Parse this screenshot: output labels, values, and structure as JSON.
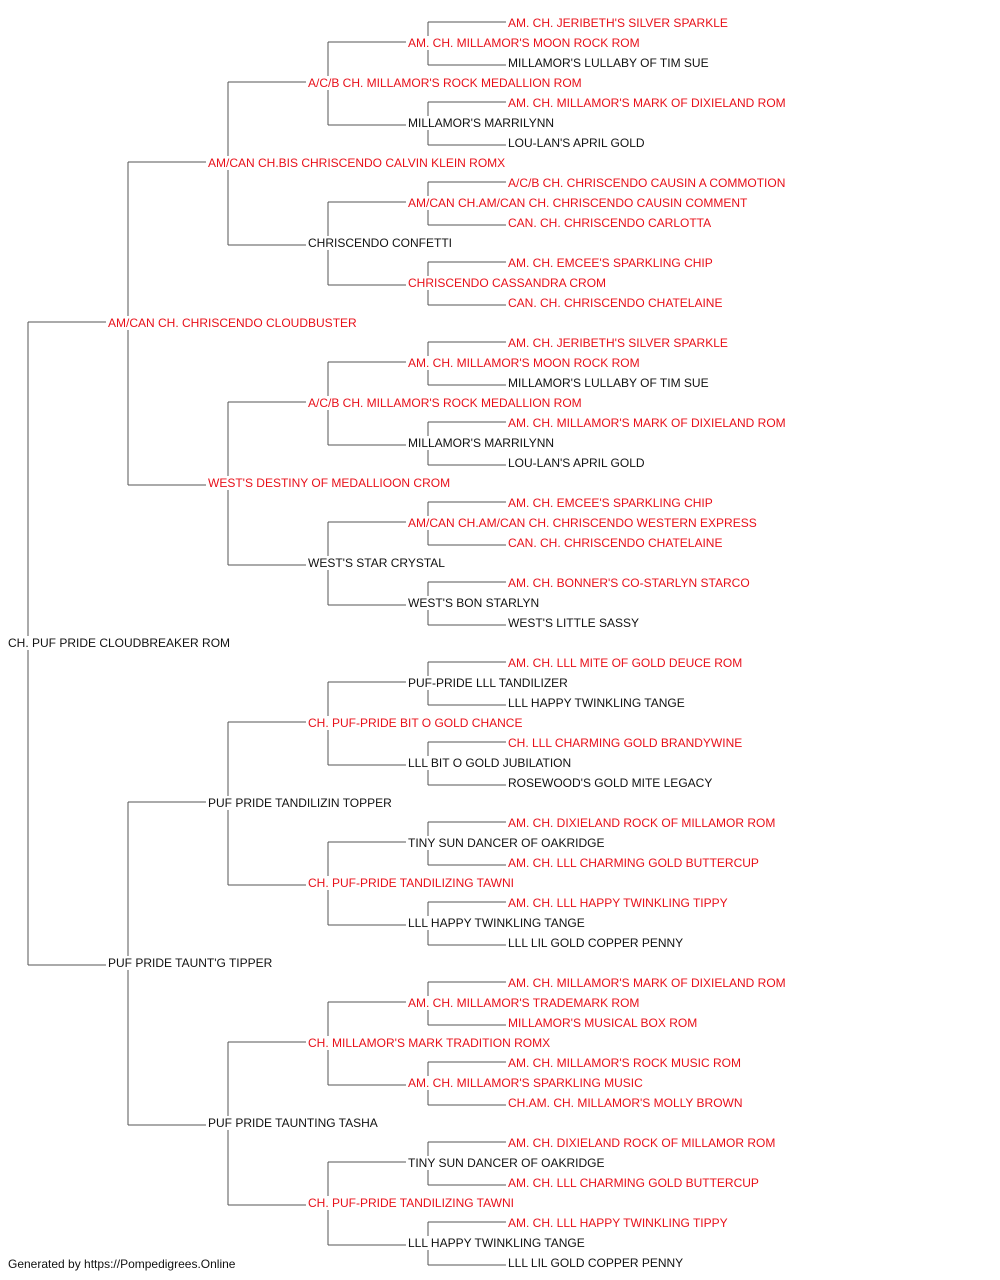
{
  "colors": {
    "champion_text": "#e8101a",
    "regular_text": "#111111",
    "lines": "#555555",
    "background": "#ffffff"
  },
  "pedigree": {
    "name": "CH. PUF PRIDE CLOUDBREAKER ROM",
    "red": false,
    "sire": {
      "name": "AM/CAN CH. CHRISCENDO CLOUDBUSTER",
      "red": true,
      "sire": {
        "name": "AM/CAN CH.BIS CHRISCENDO CALVIN KLEIN ROMX",
        "red": true,
        "sire": {
          "name": "A/C/B CH. MILLAMOR'S ROCK MEDALLION ROM",
          "red": true,
          "sire": {
            "name": "AM. CH. MILLAMOR'S MOON ROCK ROM",
            "red": true,
            "sire": {
              "name": "AM. CH. JERIBETH'S SILVER SPARKLE",
              "red": true
            },
            "dam": {
              "name": "MILLAMOR'S LULLABY OF TIM SUE",
              "red": false
            }
          },
          "dam": {
            "name": "MILLAMOR'S MARRILYNN",
            "red": false,
            "sire": {
              "name": "AM. CH. MILLAMOR'S MARK OF DIXIELAND ROM",
              "red": true
            },
            "dam": {
              "name": "LOU-LAN'S APRIL GOLD",
              "red": false
            }
          }
        },
        "dam": {
          "name": "CHRISCENDO CONFETTI",
          "red": false,
          "sire": {
            "name": "AM/CAN CH.AM/CAN CH. CHRISCENDO CAUSIN COMMENT",
            "red": true,
            "sire": {
              "name": "A/C/B CH. CHRISCENDO CAUSIN A COMMOTION",
              "red": true
            },
            "dam": {
              "name": "CAN. CH. CHRISCENDO CARLOTTA",
              "red": true
            }
          },
          "dam": {
            "name": "CHRISCENDO CASSANDRA CROM",
            "red": true,
            "sire": {
              "name": "AM. CH. EMCEE'S SPARKLING CHIP",
              "red": true
            },
            "dam": {
              "name": "CAN. CH. CHRISCENDO CHATELAINE",
              "red": true
            }
          }
        }
      },
      "dam": {
        "name": "WEST'S DESTINY OF MEDALLIOON CROM",
        "red": true,
        "sire": {
          "name": "A/C/B CH. MILLAMOR'S ROCK MEDALLION ROM",
          "red": true,
          "sire": {
            "name": "AM. CH. MILLAMOR'S MOON ROCK ROM",
            "red": true,
            "sire": {
              "name": "AM. CH. JERIBETH'S SILVER SPARKLE",
              "red": true
            },
            "dam": {
              "name": "MILLAMOR'S LULLABY OF TIM SUE",
              "red": false
            }
          },
          "dam": {
            "name": "MILLAMOR'S MARRILYNN",
            "red": false,
            "sire": {
              "name": "AM. CH. MILLAMOR'S MARK OF DIXIELAND ROM",
              "red": true
            },
            "dam": {
              "name": "LOU-LAN'S APRIL GOLD",
              "red": false
            }
          }
        },
        "dam": {
          "name": "WEST'S STAR CRYSTAL",
          "red": false,
          "sire": {
            "name": "AM/CAN CH.AM/CAN CH. CHRISCENDO WESTERN EXPRESS",
            "red": true,
            "sire": {
              "name": "AM. CH. EMCEE'S SPARKLING CHIP",
              "red": true
            },
            "dam": {
              "name": "CAN. CH. CHRISCENDO CHATELAINE",
              "red": true
            }
          },
          "dam": {
            "name": "WEST'S BON STARLYN",
            "red": false,
            "sire": {
              "name": "AM. CH. BONNER'S CO-STARLYN STARCO",
              "red": true
            },
            "dam": {
              "name": "WEST'S LITTLE SASSY",
              "red": false
            }
          }
        }
      }
    },
    "dam": {
      "name": "PUF PRIDE TAUNT'G TIPPER",
      "red": false,
      "sire": {
        "name": "PUF PRIDE TANDILIZIN TOPPER",
        "red": false,
        "sire": {
          "name": "CH. PUF-PRIDE BIT O GOLD CHANCE",
          "red": true,
          "sire": {
            "name": "PUF-PRIDE LLL TANDILIZER",
            "red": false,
            "sire": {
              "name": "AM. CH. LLL MITE OF GOLD DEUCE ROM",
              "red": true
            },
            "dam": {
              "name": "LLL HAPPY TWINKLING TANGE",
              "red": false
            }
          },
          "dam": {
            "name": "LLL BIT O GOLD JUBILATION",
            "red": false,
            "sire": {
              "name": "CH. LLL CHARMING GOLD BRANDYWINE",
              "red": true
            },
            "dam": {
              "name": "ROSEWOOD'S GOLD MITE LEGACY",
              "red": false
            }
          }
        },
        "dam": {
          "name": "CH. PUF-PRIDE TANDILIZING TAWNI",
          "red": true,
          "sire": {
            "name": "TINY SUN DANCER OF OAKRIDGE",
            "red": false,
            "sire": {
              "name": "AM. CH. DIXIELAND ROCK OF MILLAMOR ROM",
              "red": true
            },
            "dam": {
              "name": "AM. CH. LLL CHARMING GOLD BUTTERCUP",
              "red": true
            }
          },
          "dam": {
            "name": "LLL HAPPY TWINKLING TANGE",
            "red": false,
            "sire": {
              "name": "AM. CH. LLL HAPPY TWINKLING TIPPY",
              "red": true
            },
            "dam": {
              "name": "LLL LIL GOLD COPPER PENNY",
              "red": false
            }
          }
        }
      },
      "dam": {
        "name": "PUF PRIDE TAUNTING TASHA",
        "red": false,
        "sire": {
          "name": "CH. MILLAMOR'S MARK TRADITION ROMX",
          "red": true,
          "sire": {
            "name": "AM. CH. MILLAMOR'S TRADEMARK ROM",
            "red": true,
            "sire": {
              "name": "AM. CH. MILLAMOR'S MARK OF DIXIELAND ROM",
              "red": true
            },
            "dam": {
              "name": "MILLAMOR'S MUSICAL BOX ROM",
              "red": true
            }
          },
          "dam": {
            "name": "AM. CH. MILLAMOR'S SPARKLING MUSIC",
            "red": true,
            "sire": {
              "name": "AM. CH. MILLAMOR'S ROCK MUSIC ROM",
              "red": true
            },
            "dam": {
              "name": "CH.AM. CH. MILLAMOR'S MOLLY BROWN",
              "red": true
            }
          }
        },
        "dam": {
          "name": "CH. PUF-PRIDE TANDILIZING TAWNI",
          "red": true,
          "sire": {
            "name": "TINY SUN DANCER OF OAKRIDGE",
            "red": false,
            "sire": {
              "name": "AM. CH. DIXIELAND ROCK OF MILLAMOR ROM",
              "red": true
            },
            "dam": {
              "name": "AM. CH. LLL CHARMING GOLD BUTTERCUP",
              "red": true
            }
          },
          "dam": {
            "name": "LLL HAPPY TWINKLING TANGE",
            "red": false,
            "sire": {
              "name": "AM. CH. LLL HAPPY TWINKLING TIPPY",
              "red": true
            },
            "dam": {
              "name": "LLL LIL GOLD COPPER PENNY",
              "red": false
            }
          }
        }
      }
    }
  },
  "footer": {
    "text": "Generated by https://Pompedigrees.Online"
  }
}
